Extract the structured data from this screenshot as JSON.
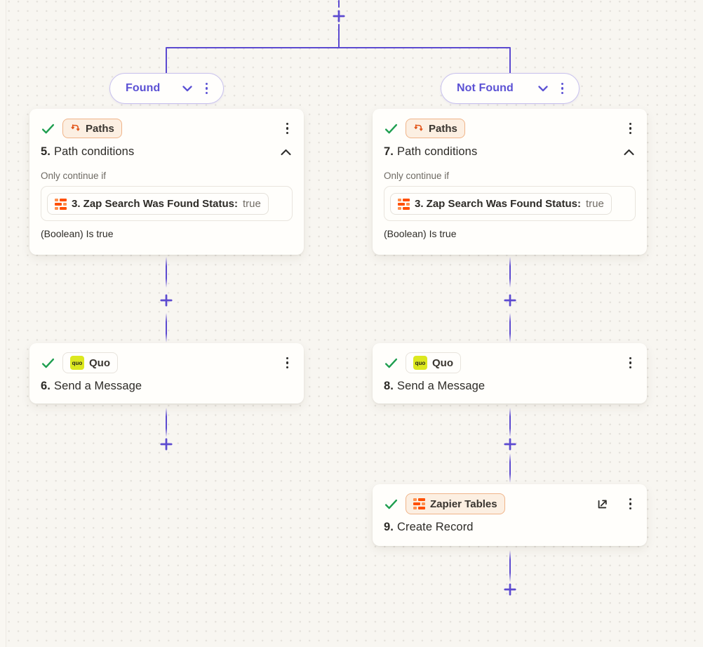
{
  "colors": {
    "connector_purple": "#5C4AD0",
    "pill_text_purple": "#5B51D4",
    "badge_orange_border": "#F0B489",
    "badge_orange_bg": "#FCEFE2",
    "check_green": "#1E9E4F",
    "tables_orange": "#FF4F00",
    "quo_yellow": "#DCE81F",
    "canvas_bg": "#F8F6F1"
  },
  "pills": [
    {
      "label": "Found"
    },
    {
      "label": "Not Found"
    }
  ],
  "cards": {
    "path_left": {
      "badge": "Paths",
      "step": "5.",
      "title": "Path conditions",
      "only_continue": "Only continue if",
      "chip_label": "3. Zap Search Was Found Status:",
      "chip_value": "true",
      "result": "(Boolean) Is true"
    },
    "path_right": {
      "badge": "Paths",
      "step": "7.",
      "title": "Path conditions",
      "only_continue": "Only continue if",
      "chip_label": "3. Zap Search Was Found Status:",
      "chip_value": "true",
      "result": "(Boolean) Is true"
    },
    "quo_left": {
      "badge": "Quo",
      "icon_text": "quo",
      "step": "6.",
      "title": "Send a Message"
    },
    "quo_right": {
      "badge": "Quo",
      "icon_text": "quo",
      "step": "8.",
      "title": "Send a Message"
    },
    "tables_right": {
      "badge": "Zapier Tables",
      "step": "9.",
      "title": "Create Record"
    }
  }
}
